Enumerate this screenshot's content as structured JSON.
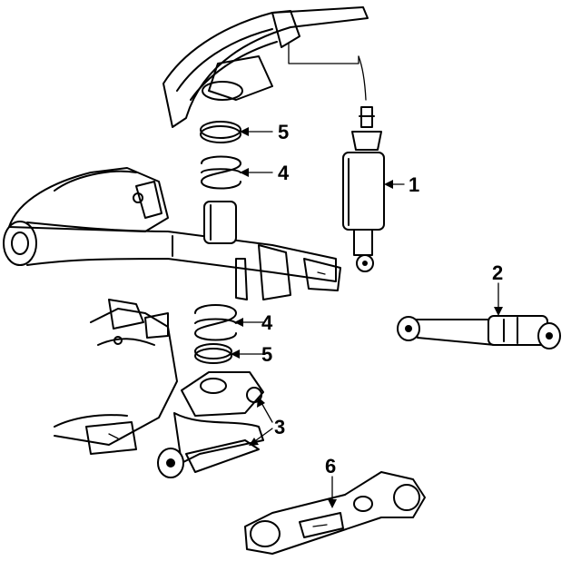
{
  "callouts": {
    "shock_absorber": "1",
    "upper_control_arm": "2",
    "lower_control_arm_bushings": "3",
    "coil_spring_upper": "4",
    "coil_spring_lower": "4",
    "insulator_upper": "5",
    "insulator_lower": "5",
    "crossmember_bracket": "6"
  },
  "colors": {
    "ink": "#000000",
    "paper": "#ffffff"
  }
}
